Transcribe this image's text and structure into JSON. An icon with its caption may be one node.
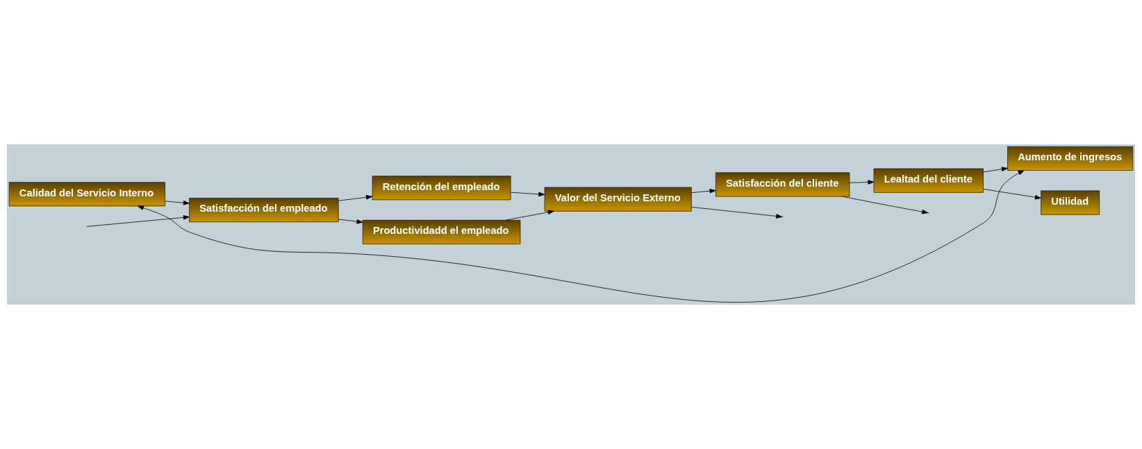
{
  "diagram": {
    "nodes": [
      {
        "text": [
          "Calidad del Servicio Interno"
        ]
      },
      {
        "text": [
          "Satisfacción del empleado"
        ]
      },
      {
        "text": [
          "Retención del empleado"
        ]
      },
      {
        "text": [
          "Productividadd el empleado"
        ]
      },
      {
        "text": [
          "Valor del Servicio Externo"
        ]
      },
      {
        "text": [
          "Satisfacción del cliente"
        ]
      },
      {
        "text": [
          "Lealtad del cliente"
        ]
      },
      {
        "text": [
          "Aumento de ingresos"
        ]
      },
      {
        "text": [
          "Utilidad"
        ]
      }
    ],
    "edges": [
      {
        "from": 0,
        "to": 1,
        "arrow": "to"
      },
      {
        "from": 1,
        "to": 2,
        "arrow": "to"
      },
      {
        "from": 1,
        "to": 3,
        "arrow": "to"
      },
      {
        "from": 2,
        "to": 4,
        "arrow": "to"
      },
      {
        "from": 3,
        "to": 4,
        "arrow": "to"
      },
      {
        "from": 4,
        "to": 5,
        "arrow": "to"
      },
      {
        "from": 5,
        "to": 6,
        "arrow": "to"
      },
      {
        "from": 6,
        "to": 7,
        "arrow": "to"
      },
      {
        "from": 6,
        "to": 8,
        "arrow": "to"
      },
      {
        "from": 0,
        "to": 7,
        "arrow": "both"
      },
      {
        "from": null,
        "to": 1,
        "arrow": "to"
      },
      {
        "from": 4,
        "to": null,
        "arrow": "to"
      },
      {
        "from": 5,
        "to": null,
        "arrow": "to"
      }
    ]
  }
}
